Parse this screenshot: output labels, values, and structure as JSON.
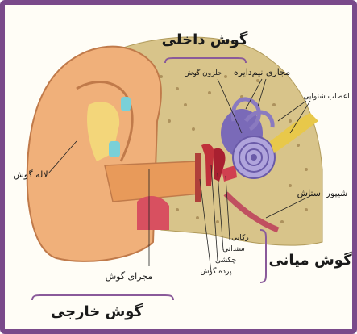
{
  "sections": {
    "inner_ear": "گوش داخلی",
    "middle_ear": "گوش میانی",
    "outer_ear": "گوش خارجی"
  },
  "labels": {
    "semicircular_canals": "مجاری نیم‌دایره",
    "cochlea": "حلزون گوش",
    "auditory_nerves": "اعصاب شنوایی",
    "eustachian_tube": "شیپور استاش",
    "pinna": "لاله گوش",
    "ear_canal": "مجرای گوش",
    "stirrup": "رکابی",
    "anvil": "سندانی",
    "hammer": "چکشی",
    "eardrum": "پرده گوش"
  },
  "colors": {
    "frame": "#7a4a8a",
    "bracket": "#8a5a9a",
    "skin": "#f0b07a",
    "bone": "#d8c48a",
    "cochlea": "#9a8ac8",
    "ossicles": "#c0303a"
  }
}
